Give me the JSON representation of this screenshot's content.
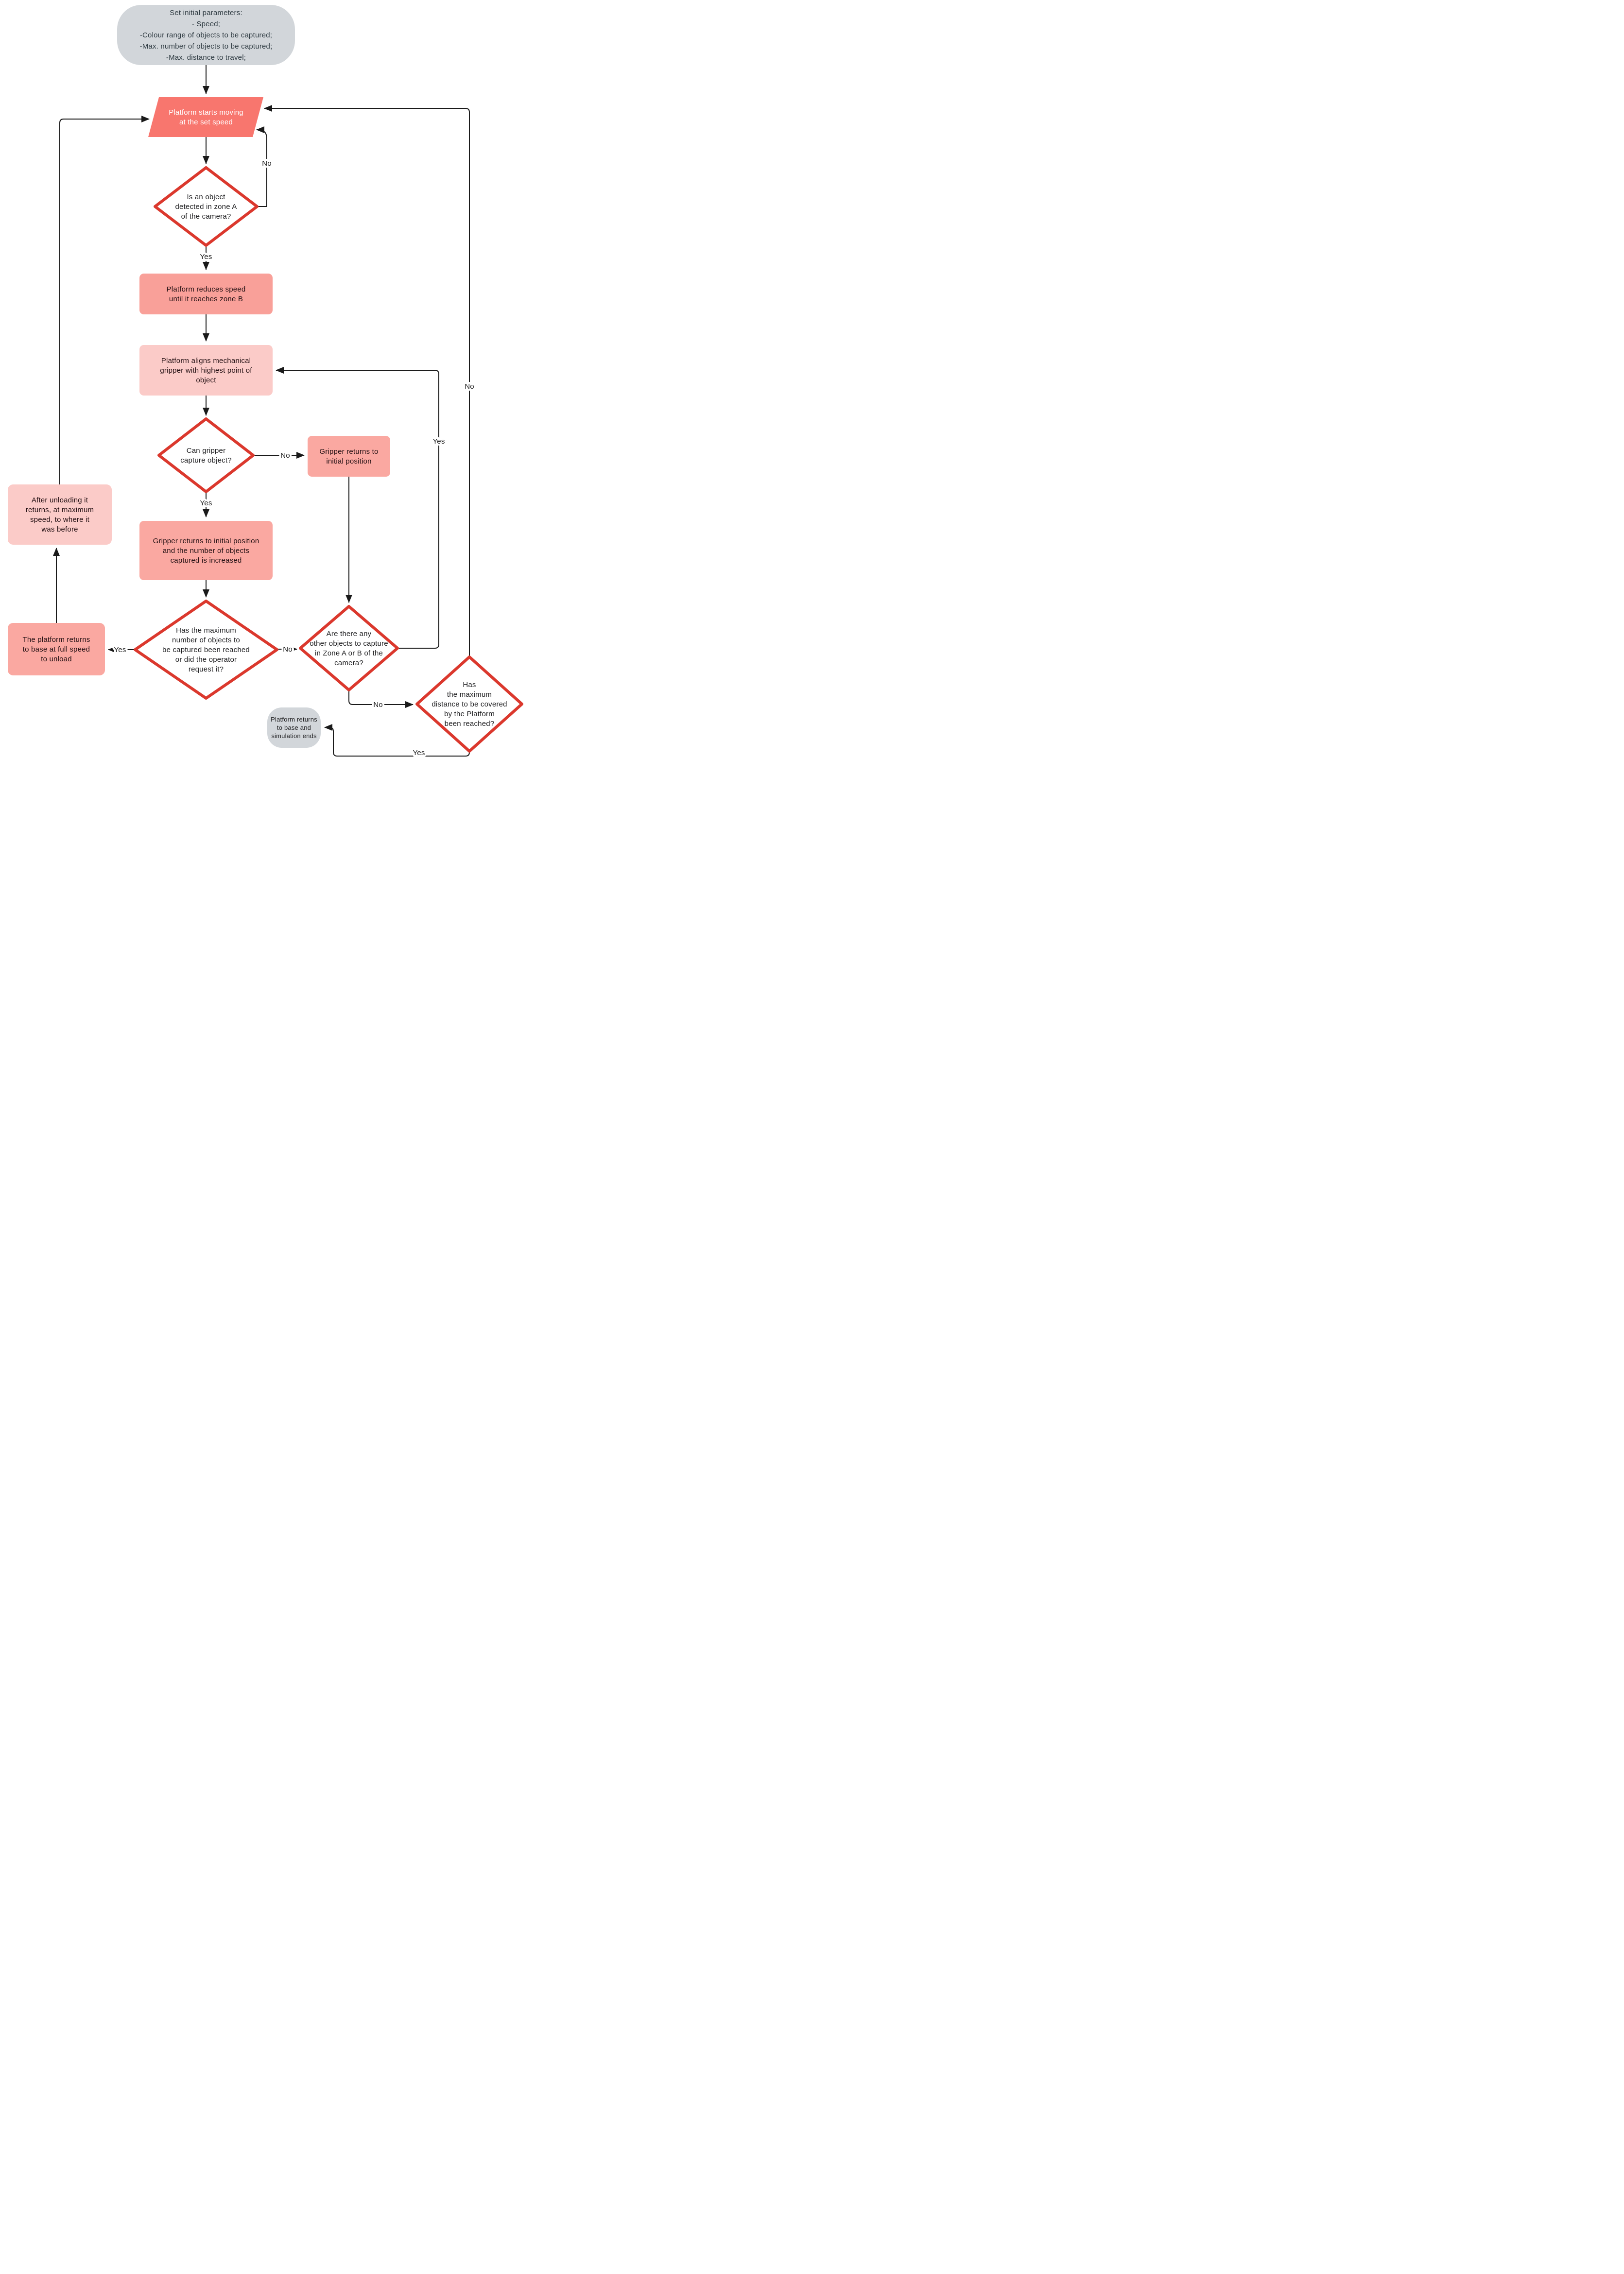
{
  "diagram": {
    "title": "Robotic platform object-capture simulation flowchart",
    "colors": {
      "terminator_fill": "#D2D6DA",
      "start_process_fill": "#F8766E",
      "process_dark_fill": "#F9A099",
      "process_mid_fill": "#FAA8A1",
      "process_light_fill": "#FBCBC8",
      "decision_border": "#DB382D",
      "decision_fill": "#FFFFFF",
      "line": "#1A1A1A",
      "text_dark": "#1D1D1F",
      "text_light": "#FFFFFF"
    },
    "nodes": {
      "start": {
        "type": "terminator",
        "lines": [
          "Set initial parameters:",
          "- Speed;",
          "-Colour range of objects to be captured;",
          "-Max. number of objects to be captured;",
          "-Max. distance to travel;"
        ]
      },
      "move": {
        "type": "parallelogram",
        "lines": [
          "Platform starts moving",
          "at the set speed"
        ]
      },
      "detect": {
        "type": "decision",
        "lines": [
          "Is an object",
          "detected in zone A",
          "of the camera?"
        ]
      },
      "reduce": {
        "type": "process",
        "lines": [
          "Platform reduces speed",
          "until it reaches zone B"
        ]
      },
      "align": {
        "type": "process",
        "lines": [
          "Platform aligns mechanical",
          "gripper with highest point of",
          "object"
        ]
      },
      "can_capture": {
        "type": "decision",
        "lines": [
          "Can gripper",
          "capture object?"
        ]
      },
      "gripper_return": {
        "type": "process",
        "lines": [
          "Gripper returns to",
          "initial position"
        ]
      },
      "gripper_return_inc": {
        "type": "process",
        "lines": [
          "Gripper returns to initial position",
          "and the number of objects",
          "captured is increased"
        ]
      },
      "after_unload": {
        "type": "process",
        "lines": [
          "After unloading it",
          "returns, at maximum",
          "speed, to where it",
          "was before"
        ]
      },
      "platform_return": {
        "type": "process",
        "lines": [
          "The platform returns",
          "to base at full speed",
          "to unload"
        ]
      },
      "max_objects": {
        "type": "decision",
        "lines": [
          "Has the maximum",
          "number of objects to",
          "be captured been reached",
          "or did the operator",
          "request it?"
        ]
      },
      "other_objects": {
        "type": "decision",
        "lines": [
          "Are there any",
          "other objects to capture",
          "in Zone A or B of the",
          "camera?"
        ]
      },
      "max_distance": {
        "type": "decision",
        "lines": [
          "Has",
          "the maximum",
          "distance to be covered",
          "by the Platform",
          "been reached?"
        ]
      },
      "end": {
        "type": "terminator",
        "lines": [
          "Platform returns",
          "to base and",
          "simulation ends"
        ]
      }
    },
    "labels": {
      "detect_no": {
        "text": "No"
      },
      "detect_yes": {
        "text": "Yes"
      },
      "can_capture_no": {
        "text": "No"
      },
      "can_capture_yes": {
        "text": "Yes"
      },
      "max_objects_yes": {
        "text": "Yes"
      },
      "max_objects_no": {
        "text": "No"
      },
      "other_objects_yes": {
        "text": "Yes"
      },
      "other_objects_no": {
        "text": "No"
      },
      "max_distance_no": {
        "text": "No"
      },
      "max_distance_yes": {
        "text": "Yes"
      }
    }
  }
}
